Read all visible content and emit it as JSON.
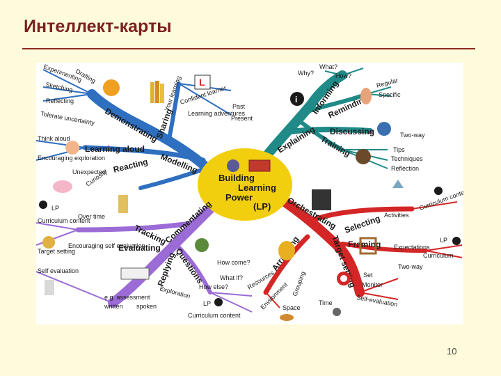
{
  "slide": {
    "title": "Интеллект-карты",
    "page_number": "10"
  },
  "map": {
    "center": {
      "line1": "Building",
      "line2": "Learning",
      "line3": "Power",
      "line4": "(LP)"
    },
    "branches": {
      "informing": "Informing",
      "explaining": "Explaining",
      "reminding": "Reminding",
      "discussing": "Discussing",
      "training": "Training",
      "modelling": "Modelling",
      "demonstrating": "Demonstrating",
      "sharing": "Sharing",
      "learning_aloud": "Learning aloud",
      "reacting": "Reacting",
      "commentating": "Commentating",
      "tracking": "Tracking",
      "evaluating": "Evaluating",
      "replying": "Replying",
      "questions": "Questions",
      "orchestrating": "Orchestrating",
      "selecting": "Selecting",
      "framing": "Framing",
      "target_setting": "Target setting",
      "arranging": "Arranging"
    },
    "labels": {
      "why": "Why?",
      "what": "What?",
      "how": "How?",
      "regular": "Regular",
      "specific": "Specific",
      "two_way_top": "Two-way",
      "tips": "Tips",
      "techniques": "Techniques",
      "reflection": "Reflection",
      "drafting": "Drafting",
      "experimenting": "Experimenting",
      "sketching": "Sketching",
      "reflecting": "Reflecting",
      "tolerate_uncertainty": "Tolerate uncertainty",
      "think_aloud": "Think aloud",
      "encouraging_exploration": "Encouraging exploration",
      "unexpected": "Unexpected",
      "curiosity": "Curiosity",
      "your_learning": "Your learning",
      "confident_learner": "Confident learner",
      "learning_adventures": "Learning adventures",
      "past": "Past",
      "present": "Present",
      "lp_left": "LP",
      "curriculum_content_left": "Curriculum content",
      "over_time": "Over time",
      "target_setting_left": "Target setting",
      "encouraging_self_evaluation": "Encouraging self evaluation",
      "self_evaluation": "Self evaluation",
      "e_g_assessment": "e.g. assessment",
      "written": "written",
      "spoken": "spoken",
      "exploration": "Exploration",
      "lp_bottom": "LP",
      "curriculum_content_bottom": "Curriculum content",
      "how_come": "How come?",
      "what_if": "What if?",
      "how_else": "How else?",
      "activities": "Activities",
      "curriculum_content_lp": "Curriculum content LP",
      "expectations": "Expectations",
      "lp_right": "LP",
      "curriculum": "Curriculum",
      "two_way_right": "Two-way",
      "set": "Set",
      "monitor": "Monitor",
      "self_evaluation_right": "Self-evaluation",
      "resources": "Resources",
      "environment": "Environment",
      "grouping": "Grouping",
      "time": "Time",
      "space": "Space",
      "l_sign": "L"
    },
    "colors": {
      "teal": "#1f8a87",
      "blue": "#2e6fc0",
      "purple": "#9b6bd6",
      "red": "#d42626",
      "center_fill": "#f2cf0e"
    }
  }
}
